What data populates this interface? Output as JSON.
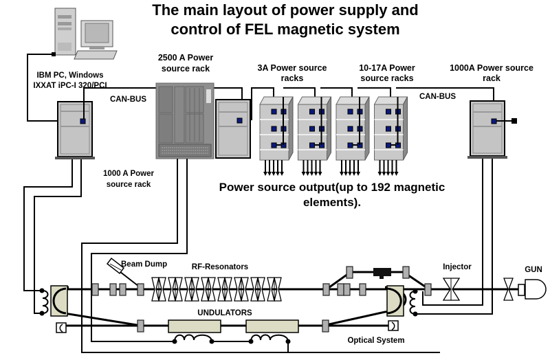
{
  "title": {
    "line1": "The main layout of power supply and",
    "line2": "control  of FEL magnetic system"
  },
  "labels": {
    "pc_line1": "IBM PC, Windows",
    "pc_line2": "IXXAT iPC-I 320/PCI",
    "canbus_left": "CAN-BUS",
    "canbus_right": "CAN-BUS",
    "rack2500_line1": "2500 A Power",
    "rack2500_line2": "source rack",
    "rack3a_line1": "3A  Power source",
    "rack3a_line2": "racks",
    "rack1017_line1": "10-17A Power",
    "rack1017_line2": "source racks",
    "rack1000r_line1": "1000A Power source",
    "rack1000r_line2": "rack",
    "rack1000l_line1": "1000 A Power",
    "rack1000l_line2": "source rack",
    "output_line1": "Power source output(up to 192 magnetic",
    "output_line2": "elements).",
    "beam_dump": "Beam Dump",
    "rf_resonators": "RF-Resonators",
    "undulators": "UNDULATORS",
    "optical_system": "Optical System",
    "injector": "Injector",
    "gun": "GUN"
  },
  "components": {
    "rf_cavity_count": 8,
    "power_source_rack_units": 4,
    "undulator_count": 2,
    "max_magnetic_elements": 192
  },
  "colors": {
    "connector": "#0b1a7a",
    "cabinet": "#c8c8c8",
    "undulator_fill": "#dcdcc4",
    "magnet": "#b0b0b0"
  }
}
